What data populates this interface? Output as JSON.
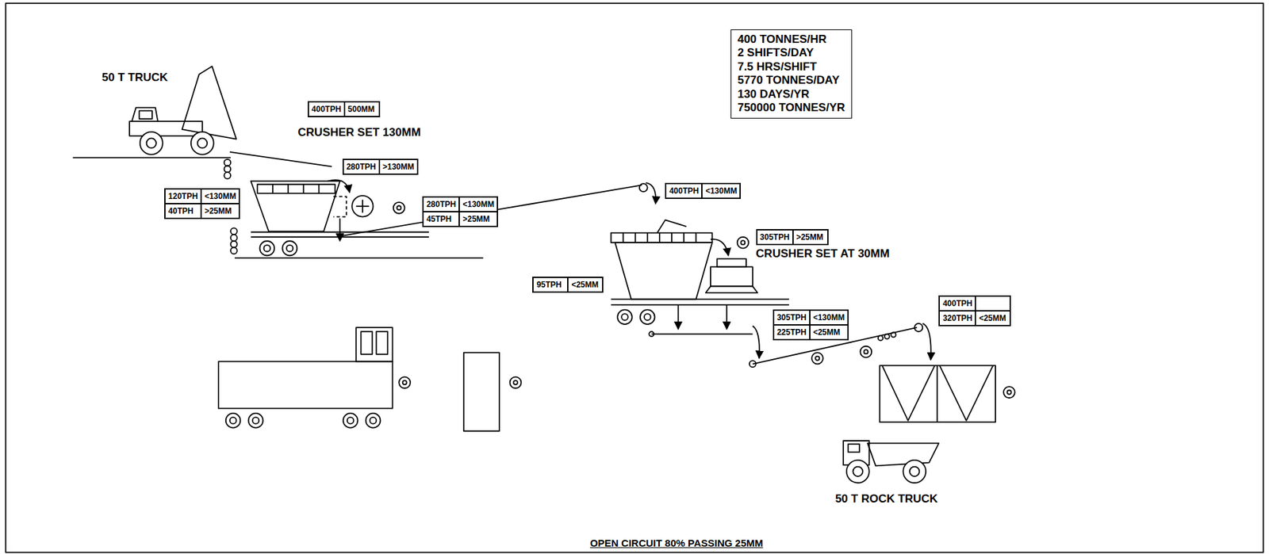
{
  "diagram": {
    "caption": "OPEN CIRCUIT 80% PASSING 25MM",
    "nodes": [
      {
        "text": [
          "400 TONNES/HR",
          "2 SHIFTS/DAY",
          "7.5 HRS/SHIFT",
          "5770 TONNES/DAY",
          "130 DAYS/YR",
          "750000 TONNES/YR"
        ]
      },
      {
        "text": [
          "400TPH",
          "500MM"
        ]
      },
      {
        "text": [
          "280TPH",
          ">130MM"
        ]
      },
      {
        "text": [
          "400TPH",
          "<130MM"
        ]
      },
      {
        "text": [
          "120TPH",
          "<130MM",
          "40TPH",
          ">25MM"
        ]
      },
      {
        "text": [
          "280TPH",
          "<130MM",
          "45TPH",
          ">25MM"
        ]
      },
      {
        "text": [
          "305TPH",
          ">25MM"
        ]
      },
      {
        "text": [
          "95TPH",
          "<25MM"
        ]
      },
      {
        "text": [
          "400TPH",
          "320TPH",
          "<25MM"
        ]
      },
      {
        "text": [
          "305TPH",
          "<130MM",
          "225TPH",
          "<25MM"
        ]
      }
    ],
    "labels": [
      "50 T TRUCK",
      "CRUSHER SET 130MM",
      "CRUSHER SET AT 30MM",
      "50 T ROCK TRUCK"
    ]
  }
}
